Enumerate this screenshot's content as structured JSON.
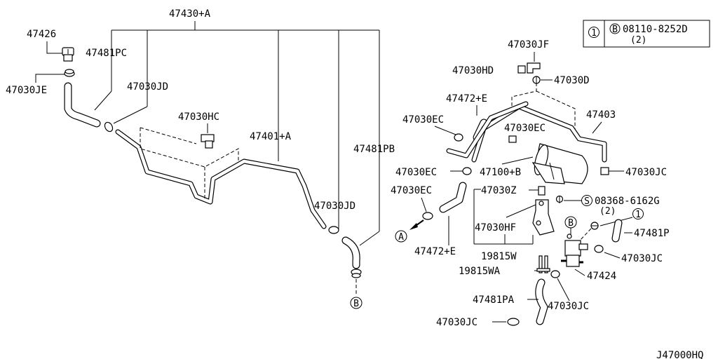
{
  "title": "J47000HQ",
  "legend": {
    "ref": "1",
    "badge": "B",
    "part": "08110-8252D",
    "qty": "(2)"
  },
  "markers": {
    "a": "A",
    "b": "B",
    "s": "S",
    "one": "1"
  },
  "labels": {
    "p47430A": "47430+A",
    "p47426": "47426",
    "p47481PC": "47481PC",
    "p47030JE": "47030JE",
    "p47030JD_top": "47030JD",
    "p47030HC": "47030HC",
    "p47401A": "47401+A",
    "p47481PB": "47481PB",
    "p47030JD_low": "47030JD",
    "p47030JF": "47030JF",
    "p47030HD": "47030HD",
    "p47030D": "47030D",
    "p47472E_top": "47472+E",
    "p47030EC_1": "47030EC",
    "p47030EC_2": "47030EC",
    "p47403": "47403",
    "p47030EC_3": "47030EC",
    "p47100B": "47100+B",
    "p47030JC_1": "47030JC",
    "p47030EC_4": "47030EC",
    "p47030Z": "47030Z",
    "p08368": "08368-6162G",
    "p08368_qty": "(2)",
    "p47030HF": "47030HF",
    "p47481P": "47481P",
    "p47472E_low": "47472+E",
    "p19815W": "19815W",
    "p47030JC_2": "47030JC",
    "p19815WA": "19815WA",
    "p47424": "47424",
    "p47481PA": "47481PA",
    "p47030JC_3": "47030JC",
    "p47030JC_4": "47030JC"
  }
}
